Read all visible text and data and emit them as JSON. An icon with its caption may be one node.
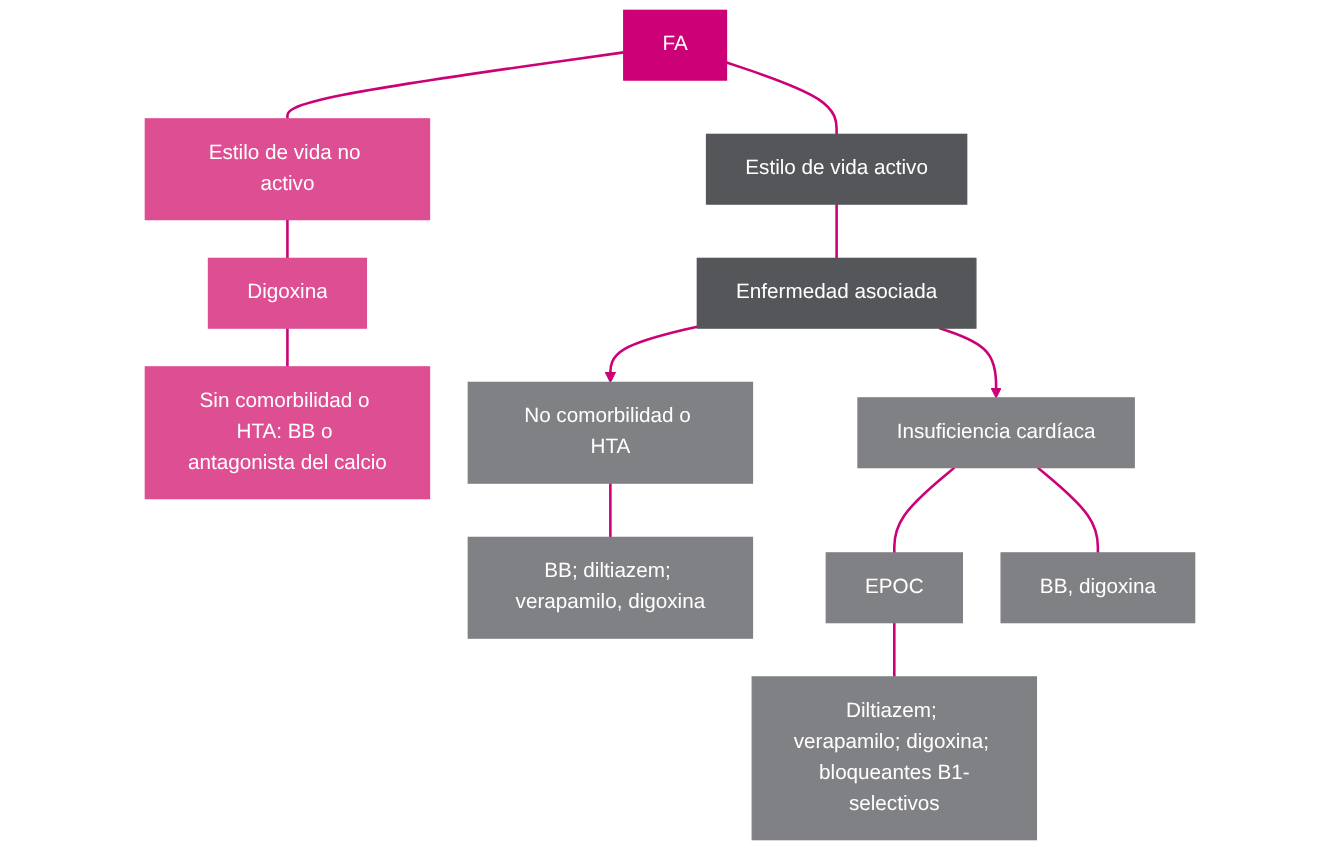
{
  "diagram": {
    "nodes": [
      {
        "text": [
          "FA"
        ]
      },
      {
        "text": [
          "Estilo de vida no activo"
        ]
      },
      {
        "text": [
          "Estilo de vida activo"
        ]
      },
      {
        "text": [
          "Digoxina"
        ]
      },
      {
        "text": [
          "Sin comorbilidad o HTA: BB o antagonista del calcio"
        ]
      },
      {
        "text": [
          "Enfermedad asociada"
        ]
      },
      {
        "text": [
          "No comorbilidad o HTA"
        ]
      },
      {
        "text": [
          "Insuficiencia cardíaca"
        ]
      },
      {
        "text": [
          "EPOC"
        ]
      },
      {
        "text": [
          "BB; diltiazem; verapamilo, digoxina"
        ]
      },
      {
        "text": [
          "BB, digoxina"
        ]
      },
      {
        "text": [
          "Diltiazem; verapamilo; digoxina; bloqueantes B1-selectivos"
        ]
      }
    ],
    "edges": [
      {
        "from": 0,
        "to": 1,
        "arrow": "none"
      },
      {
        "from": 0,
        "to": 2,
        "arrow": "none"
      },
      {
        "from": 1,
        "to": 3,
        "arrow": "none"
      },
      {
        "from": 3,
        "to": 4,
        "arrow": "none"
      },
      {
        "from": 2,
        "to": 5,
        "arrow": "none"
      },
      {
        "from": 5,
        "to": 6,
        "arrow": "to"
      },
      {
        "from": 5,
        "to": 7,
        "arrow": "to"
      },
      {
        "from": 7,
        "to": 8,
        "arrow": "none"
      },
      {
        "from": 6,
        "to": 9,
        "arrow": "none"
      },
      {
        "from": 7,
        "to": 10,
        "arrow": "none"
      },
      {
        "from": 8,
        "to": 11,
        "arrow": "none"
      }
    ]
  }
}
